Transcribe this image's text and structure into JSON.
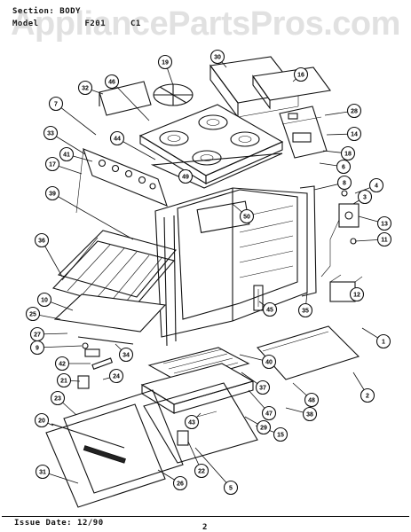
{
  "header": {
    "section_label": "Section:",
    "section_value": "BODY",
    "model_label": "Model",
    "model_value_fragment_1": "F201",
    "model_value_fragment_2": "C1"
  },
  "watermark": "AppliancePartsPros.com",
  "footer": {
    "issue_label": "Issue Date:",
    "issue_date": "12/90",
    "page_number": "2"
  },
  "callouts": [
    "1",
    "2",
    "3",
    "4",
    "5",
    "6",
    "7",
    "8",
    "9",
    "10",
    "11",
    "12",
    "13",
    "14",
    "15",
    "16",
    "17",
    "18",
    "19",
    "20",
    "21",
    "22",
    "23",
    "24",
    "25",
    "26",
    "27",
    "28",
    "29",
    "30",
    "31",
    "32",
    "33",
    "34",
    "35",
    "36",
    "37",
    "38",
    "39",
    "40",
    "41",
    "42",
    "43",
    "44",
    "45",
    "46",
    "47",
    "48",
    "49",
    "50"
  ]
}
